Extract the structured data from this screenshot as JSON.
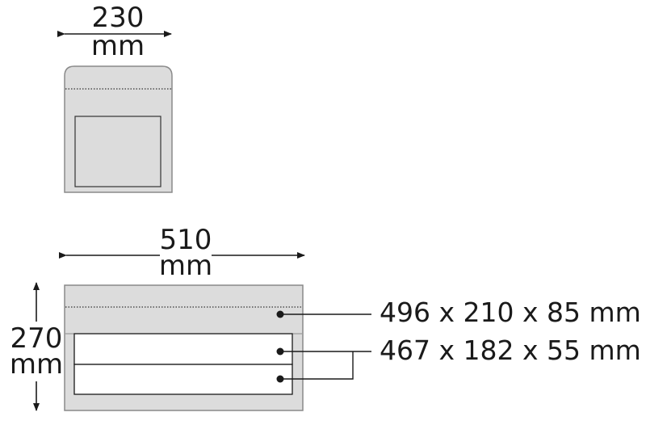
{
  "top_view": {
    "width_value": "230",
    "width_unit": "mm"
  },
  "front_view": {
    "width_value": "510",
    "width_unit": "mm",
    "height_value": "270",
    "height_unit": "mm"
  },
  "callouts": [
    {
      "label": "496 x 210 x 85 mm"
    },
    {
      "label": "467 x 182 x 55 mm"
    }
  ],
  "colors": {
    "fill": "#dcdcdc",
    "stroke": "#1a1a1a",
    "outline": "#8a8a8a"
  }
}
